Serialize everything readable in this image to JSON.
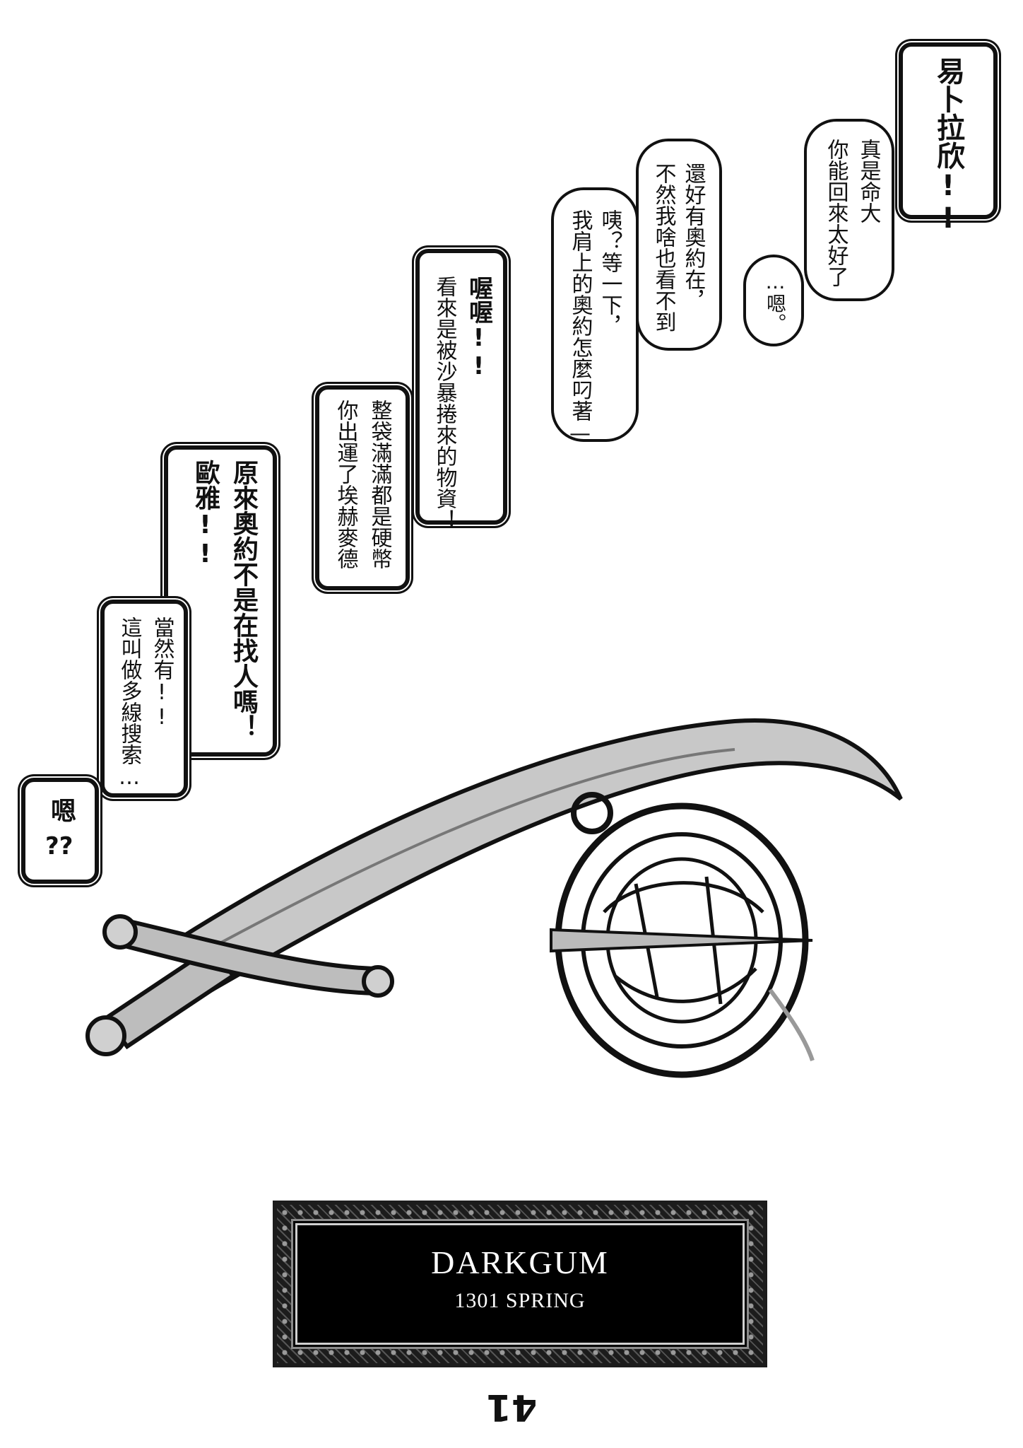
{
  "bubbles": [
    {
      "id": "b1",
      "lines": [
        "易卜拉欣!!"
      ]
    },
    {
      "id": "b2",
      "lines": [
        "真是命大",
        "你能回來太好了"
      ]
    },
    {
      "id": "b3",
      "lines": [
        "…嗯。"
      ]
    },
    {
      "id": "b4",
      "lines": [
        "還好有奧約在，",
        "不然我啥也看不到"
      ]
    },
    {
      "id": "b5",
      "lines": [
        "咦？等一下，",
        "我肩上的奧約怎麼叼著—"
      ]
    },
    {
      "id": "b6",
      "lines": [
        "喔喔!!",
        "看來是被沙暴捲來的物資！"
      ]
    },
    {
      "id": "b7",
      "lines": [
        "整袋滿滿都是硬幣",
        "你出運了埃赫麥德"
      ]
    },
    {
      "id": "b8",
      "lines": [
        "原來奧約不是在找人嗎！",
        "歐雅!!"
      ]
    },
    {
      "id": "b9",
      "lines": [
        "當然有!!",
        "這叫做多線搜索…"
      ]
    },
    {
      "id": "b10",
      "lines": [
        "嗯",
        "??"
      ]
    }
  ],
  "title_box": {
    "title": "DARKGUM",
    "subtitle": "1301 SPRING"
  },
  "page_number": "41"
}
